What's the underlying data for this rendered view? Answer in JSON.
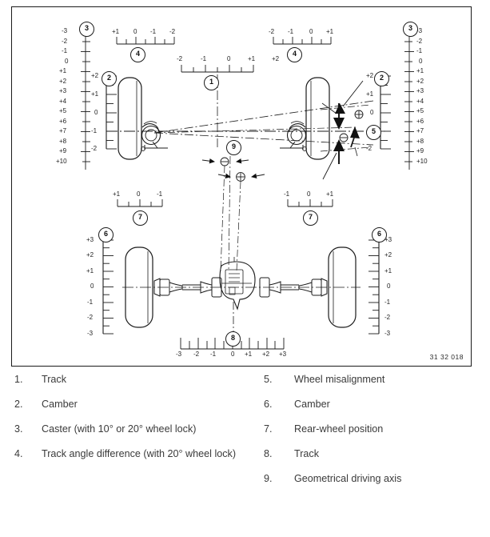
{
  "figure": {
    "reference_number": "31 32 018",
    "callouts": [
      {
        "id": "1",
        "label": "1"
      },
      {
        "id": "2",
        "label": "2"
      },
      {
        "id": "3",
        "label": "3"
      },
      {
        "id": "4",
        "label": "4"
      },
      {
        "id": "5",
        "label": "5"
      },
      {
        "id": "6",
        "label": "6"
      },
      {
        "id": "7",
        "label": "7"
      },
      {
        "id": "8",
        "label": "8"
      },
      {
        "id": "9",
        "label": "9"
      }
    ],
    "scales": {
      "front_track_center": {
        "callout": "1",
        "name": "Track",
        "orientation": "horizontal",
        "ticks": [
          "-2",
          "-1",
          "0",
          "+1",
          "+2"
        ]
      },
      "front_camber_left": {
        "callout": "2",
        "name": "Camber",
        "orientation": "vertical",
        "ticks": [
          "+2",
          "+1",
          "0",
          "-1",
          "-2"
        ]
      },
      "front_camber_right": {
        "callout": "2",
        "name": "Camber",
        "orientation": "vertical",
        "ticks": [
          "+2",
          "+1",
          "0",
          "-1",
          "-2"
        ]
      },
      "caster_left": {
        "callout": "3",
        "name": "Caster",
        "orientation": "vertical",
        "ticks": [
          "-3",
          "-2",
          "-1",
          "0",
          "+1",
          "+2",
          "+3",
          "+4",
          "+5",
          "+6",
          "+7",
          "+8",
          "+9",
          "+10"
        ]
      },
      "caster_right": {
        "callout": "3",
        "name": "Caster",
        "orientation": "vertical",
        "ticks": [
          "-3",
          "-2",
          "-1",
          "0",
          "+1",
          "+2",
          "+3",
          "+4",
          "+5",
          "+6",
          "+7",
          "+8",
          "+9",
          "+10"
        ]
      },
      "track_angle_diff_left": {
        "callout": "4",
        "name": "Track angle difference",
        "orientation": "horizontal",
        "ticks": [
          "+1",
          "0",
          "-1",
          "-2"
        ]
      },
      "track_angle_diff_right": {
        "callout": "4",
        "name": "Track angle difference",
        "orientation": "horizontal",
        "ticks": [
          "-2",
          "-1",
          "0",
          "+1"
        ]
      },
      "rear_camber_left": {
        "callout": "6",
        "name": "Camber",
        "orientation": "vertical",
        "ticks": [
          "+3",
          "+2",
          "+1",
          "0",
          "-1",
          "-2",
          "-3"
        ]
      },
      "rear_camber_right": {
        "callout": "6",
        "name": "Camber",
        "orientation": "vertical",
        "ticks": [
          "+3",
          "+2",
          "+1",
          "0",
          "-1",
          "-2",
          "-3"
        ]
      },
      "rear_wheel_position_left": {
        "callout": "7",
        "name": "Rear-wheel position",
        "orientation": "horizontal",
        "ticks": [
          "+1",
          "0",
          "-1"
        ]
      },
      "rear_wheel_position_right": {
        "callout": "7",
        "name": "Rear-wheel position",
        "orientation": "horizontal",
        "ticks": [
          "-1",
          "0",
          "+1"
        ]
      },
      "rear_track_bottom": {
        "callout": "8",
        "name": "Track",
        "orientation": "horizontal",
        "ticks": [
          "-3",
          "-2",
          "-1",
          "0",
          "+1",
          "+2",
          "+3"
        ]
      }
    },
    "symbols": {
      "misalignment_plus": "+",
      "misalignment_minus": "−",
      "driving_axis_minus": "−",
      "driving_axis_plus": "+"
    }
  },
  "legend": {
    "left_column": [
      {
        "num": "1.",
        "text": "Track"
      },
      {
        "num": "2.",
        "text": "Camber"
      },
      {
        "num": "3.",
        "text": "Caster (with 10° or 20° wheel lock)"
      },
      {
        "num": "4.",
        "text": "Track angle difference (with 20° wheel lock)"
      }
    ],
    "right_column": [
      {
        "num": "5.",
        "text": "Wheel misalignment"
      },
      {
        "num": "6.",
        "text": "Camber"
      },
      {
        "num": "7.",
        "text": "Rear-wheel position"
      },
      {
        "num": "8.",
        "text": "Track"
      },
      {
        "num": "9.",
        "text": "Geometrical driving axis"
      }
    ]
  },
  "colors": {
    "ink": "#1b1b1b",
    "text": "#3a3a3a",
    "background": "#ffffff"
  }
}
